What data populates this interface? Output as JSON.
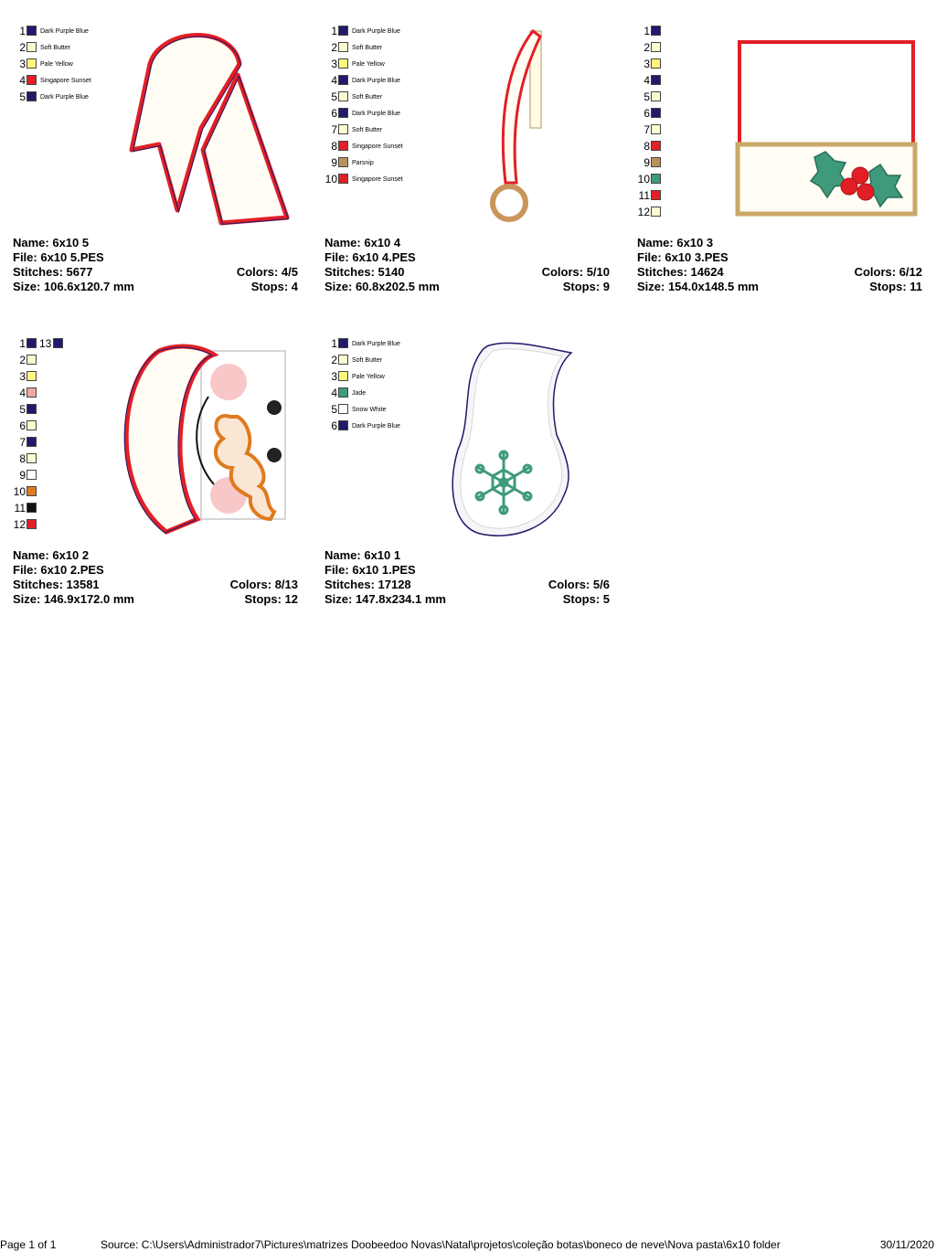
{
  "designs": [
    {
      "legend": [
        {
          "num": "1",
          "color": "#1f1a6b",
          "name": "Dark Purple Blue"
        },
        {
          "num": "2",
          "color": "#fffbd0",
          "name": "Soft Butter"
        },
        {
          "num": "3",
          "color": "#fdf77c",
          "name": "Pale Yellow"
        },
        {
          "num": "4",
          "color": "#e21f26",
          "name": "Singapore Sunset"
        },
        {
          "num": "5",
          "color": "#1f1a6b",
          "name": "Dark Purple Blue"
        }
      ],
      "name_label": "Name: 6x10 5",
      "file_label": "File: 6x10 5.PES",
      "stitches_label": "Stitches: 5677",
      "colors_label": "Colors: 4/5",
      "size_label": "Size: 106.6x120.7 mm",
      "stops_label": "Stops: 4"
    },
    {
      "legend": [
        {
          "num": "1",
          "color": "#1f1a6b",
          "name": "Dark Purple Blue"
        },
        {
          "num": "2",
          "color": "#fffbd0",
          "name": "Soft Butter"
        },
        {
          "num": "3",
          "color": "#fdf77c",
          "name": "Pale Yellow"
        },
        {
          "num": "4",
          "color": "#1f1a6b",
          "name": "Dark Purple Blue"
        },
        {
          "num": "5",
          "color": "#fffbd0",
          "name": "Soft Butter"
        },
        {
          "num": "6",
          "color": "#1f1a6b",
          "name": "Dark Purple Blue"
        },
        {
          "num": "7",
          "color": "#fffbd0",
          "name": "Soft Butter"
        },
        {
          "num": "8",
          "color": "#e21f26",
          "name": "Singapore Sunset"
        },
        {
          "num": "9",
          "color": "#b8925a",
          "name": "Parsnip"
        },
        {
          "num": "10",
          "color": "#e21f26",
          "name": "Singapore Sunset"
        }
      ],
      "name_label": "Name: 6x10 4",
      "file_label": "File: 6x10 4.PES",
      "stitches_label": "Stitches: 5140",
      "colors_label": "Colors: 5/10",
      "size_label": "Size: 60.8x202.5 mm",
      "stops_label": "Stops: 9"
    },
    {
      "legend": [
        {
          "num": "1",
          "color": "#1f1a6b",
          "name": ""
        },
        {
          "num": "2",
          "color": "#fffbd0",
          "name": ""
        },
        {
          "num": "3",
          "color": "#fdf77c",
          "name": ""
        },
        {
          "num": "4",
          "color": "#1f1a6b",
          "name": ""
        },
        {
          "num": "5",
          "color": "#fffbd0",
          "name": ""
        },
        {
          "num": "6",
          "color": "#1f1a6b",
          "name": ""
        },
        {
          "num": "7",
          "color": "#fffbd0",
          "name": ""
        },
        {
          "num": "8",
          "color": "#e21f26",
          "name": ""
        },
        {
          "num": "9",
          "color": "#b8925a",
          "name": ""
        },
        {
          "num": "10",
          "color": "#3f9a7c",
          "name": ""
        },
        {
          "num": "11",
          "color": "#e21f26",
          "name": ""
        },
        {
          "num": "12",
          "color": "#fffbd0",
          "name": ""
        }
      ],
      "name_label": "Name: 6x10 3",
      "file_label": "File: 6x10 3.PES",
      "stitches_label": "Stitches: 14624",
      "colors_label": "Colors: 6/12",
      "size_label": "Size: 154.0x148.5 mm",
      "stops_label": "Stops: 11"
    },
    {
      "legend": [
        {
          "num": "1",
          "color": "#1f1a6b",
          "name": ""
        },
        {
          "num": "2",
          "color": "#fffbd0",
          "name": ""
        },
        {
          "num": "3",
          "color": "#fdf77c",
          "name": ""
        },
        {
          "num": "4",
          "color": "#f4a6a6",
          "name": ""
        },
        {
          "num": "5",
          "color": "#1f1a6b",
          "name": ""
        },
        {
          "num": "6",
          "color": "#fffbd0",
          "name": ""
        },
        {
          "num": "7",
          "color": "#1f1a6b",
          "name": ""
        },
        {
          "num": "8",
          "color": "#fffbd0",
          "name": ""
        },
        {
          "num": "9",
          "color": "#ffffff",
          "name": ""
        },
        {
          "num": "10",
          "color": "#e07a1f",
          "name": ""
        },
        {
          "num": "11",
          "color": "#111111",
          "name": ""
        },
        {
          "num": "12",
          "color": "#e21f26",
          "name": ""
        }
      ],
      "extra": {
        "num": "13",
        "color": "#1f1a6b"
      },
      "name_label": "Name: 6x10 2",
      "file_label": "File: 6x10 2.PES",
      "stitches_label": "Stitches: 13581",
      "colors_label": "Colors: 8/13",
      "size_label": "Size: 146.9x172.0 mm",
      "stops_label": "Stops: 12"
    },
    {
      "legend": [
        {
          "num": "1",
          "color": "#1f1a6b",
          "name": "Dark Purple Blue"
        },
        {
          "num": "2",
          "color": "#fffbd0",
          "name": "Soft Butter"
        },
        {
          "num": "3",
          "color": "#fdf77c",
          "name": "Pale Yellow"
        },
        {
          "num": "4",
          "color": "#3f9a7c",
          "name": "Jade"
        },
        {
          "num": "5",
          "color": "#ffffff",
          "name": "Snow White"
        },
        {
          "num": "6",
          "color": "#1f1a6b",
          "name": "Dark Purple Blue"
        }
      ],
      "name_label": "Name: 6x10 1",
      "file_label": "File: 6x10 1.PES",
      "stitches_label": "Stitches: 17128",
      "colors_label": "Colors: 5/6",
      "size_label": "Size: 147.8x234.1 mm",
      "stops_label": "Stops: 5"
    }
  ],
  "footer": {
    "page": "Page 1 of 1",
    "source": "Source: C:\\Users\\Administrador7\\Pictures\\matrizes Doobeedoo Novas\\Natal\\projetos\\coleção botas\\boneco de neve\\Nova pasta\\6x10 folder",
    "date": "30/11/2020"
  }
}
